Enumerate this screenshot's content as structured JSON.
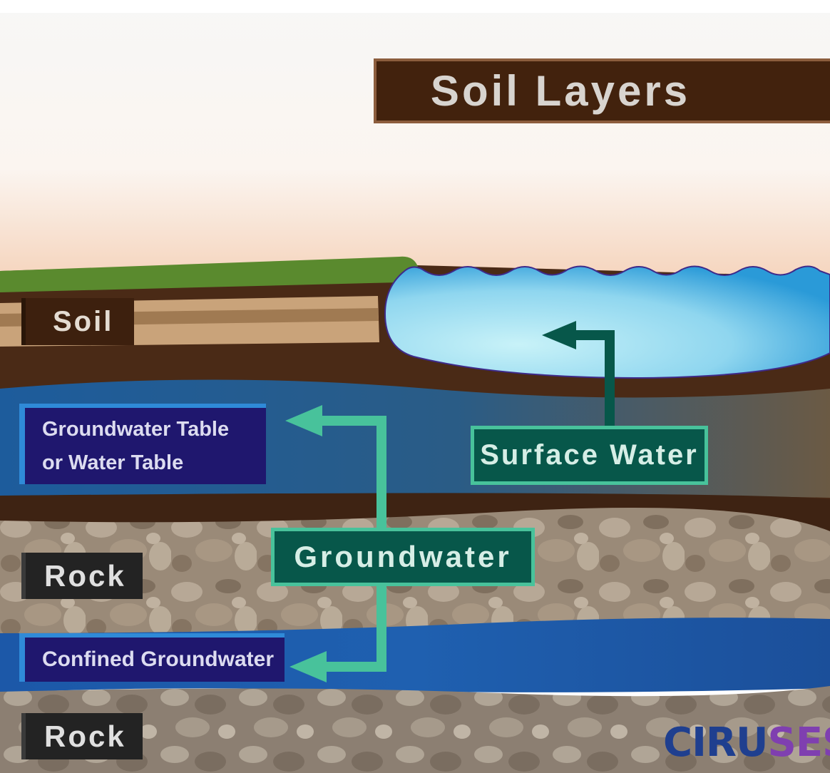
{
  "title": "Soil Layers",
  "labels": {
    "soil": "Soil",
    "groundwater_table_line1": "Groundwater Table",
    "groundwater_table_line2": "or Water Table",
    "rock_upper": "Rock",
    "rock_lower": "Rock",
    "confined_groundwater": "Confined Groundwater",
    "groundwater": "Groundwater",
    "surface_water": "Surface Water"
  },
  "logo": {
    "part1": "CIRU",
    "part2": "SES"
  },
  "colors": {
    "title_bg": "#42220d",
    "label_blue": "#1f176e",
    "label_green": "#07574a",
    "arrow_green": "#48c29b",
    "arrow_dark": "#07574a",
    "water": "#1d5aa8",
    "surface_water": "#9fd9ec",
    "soil_dark": "#4a2a16",
    "rock": "#8d7d6b",
    "grass": "#5a8a2e"
  }
}
